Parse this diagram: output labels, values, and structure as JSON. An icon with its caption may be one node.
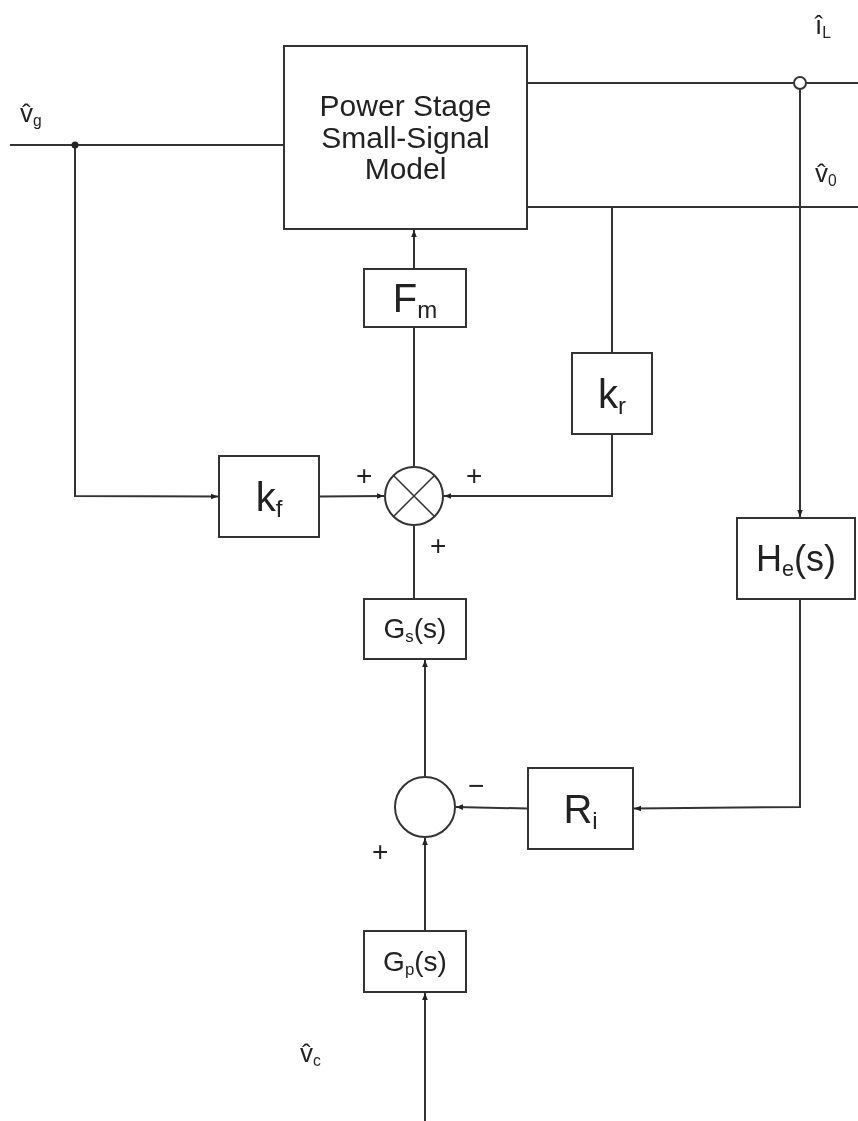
{
  "diagram": {
    "nodes": [
      {
        "text": [
          "Power Stage Small-Signal Model"
        ]
      },
      {
        "text": [
          "F$_{m}$"
        ]
      },
      {
        "text": [
          "k$_{r}$"
        ]
      },
      {
        "text": [
          "k$_{f}$"
        ]
      },
      {
        "text": [],
        "shape": "circle"
      },
      {
        "text": [
          "H$_{e}$(s)"
        ]
      },
      {
        "text": [
          "G$_{s}$(s)"
        ]
      },
      {
        "text": [],
        "shape": "circle"
      },
      {
        "text": [
          "R$_{i}$"
        ]
      },
      {
        "text": [
          "G$_{p}$(s)"
        ]
      }
    ],
    "edges": [
      {
        "from": null,
        "to": 0,
        "arrow": "none"
      },
      {
        "from": null,
        "to": 3,
        "arrow": "to"
      },
      {
        "from": 3,
        "to": 4,
        "arrow": "to"
      },
      {
        "from": 2,
        "to": 4,
        "arrow": "to"
      },
      {
        "from": 0,
        "to": 2,
        "arrow": "none"
      },
      {
        "from": 0,
        "to": null,
        "arrow": "none"
      },
      {
        "from": 0,
        "to": null,
        "arrow": "none"
      },
      {
        "from": 0,
        "to": 5,
        "arrow": "to"
      },
      {
        "from": 4,
        "to": 1,
        "arrow": "none"
      },
      {
        "from": 1,
        "to": 0,
        "arrow": "to"
      },
      {
        "from": 6,
        "to": 4,
        "arrow": "none"
      },
      {
        "from": 7,
        "to": 6,
        "arrow": "to"
      },
      {
        "from": 8,
        "to": 7,
        "arrow": "to"
      },
      {
        "from": 5,
        "to": 8,
        "arrow": "to"
      },
      {
        "from": 9,
        "to": 7,
        "arrow": "to"
      },
      {
        "from": null,
        "to": 9,
        "arrow": "to"
      }
    ],
    "labels": [
      "î$_{L}$",
      "v̂$_{g}$",
      "v̂$_{0}$",
      "+",
      "+",
      "+",
      "−",
      "+",
      "v̂$_{c}$"
    ]
  }
}
